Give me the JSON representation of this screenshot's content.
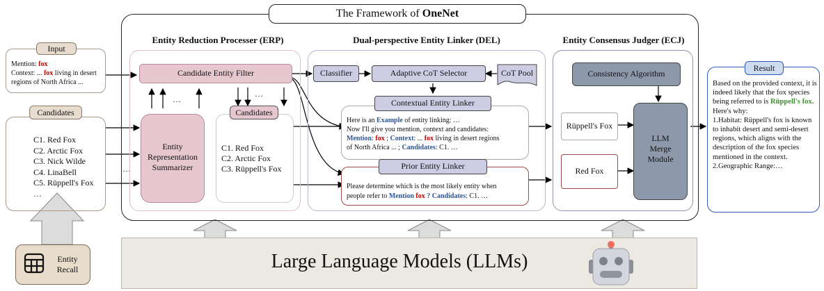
{
  "framework": {
    "title_prefix": "The Framework of ",
    "title_bold": "OneNet"
  },
  "input": {
    "header": "Input",
    "mention_label": "Mention: ",
    "mention_value": "fox",
    "context_label": "Context: ... ",
    "context_value": "fox",
    "context_rest": " living in desert regions of North Africa ..."
  },
  "candidates_panel": {
    "header": "Candidates",
    "items": [
      "C1. Red Fox",
      "C2. Arctic Fox",
      "C3. Nick Wilde",
      "C4. LinaBell",
      "C5. Rüppell's Fox",
      "…"
    ],
    "side_dots": "…"
  },
  "entity_recall": {
    "line1": "Entity",
    "line2": "Recall"
  },
  "erp": {
    "title": "Entity Reduction Processer (ERP)",
    "filter": "Candidate Entity Filter",
    "summarizer_line1": "Entity",
    "summarizer_line2": "Representation",
    "summarizer_line3": "Summarizer",
    "candidates_header": "Candidates",
    "candidates": [
      "C1. Red Fox",
      "C2. Arctic Fox",
      "C3. Rüppell's Fox"
    ],
    "dots": "…"
  },
  "del": {
    "title": "Dual-perspective Entity Linker (DEL)",
    "classifier": "Classifier",
    "cot_selector": "Adaptive CoT Selector",
    "cot_pool": "CoT Pool",
    "contextual_linker": "Contextual Entity Linker",
    "contextual_text": {
      "l1_pre": "Here is an ",
      "l1_ex": "Example",
      "l1_post": " of entity linking: …",
      "l2": "Now I'll give you mention, context and candidates:",
      "l3_mention": "Mention",
      "l3_colon": ": ",
      "l3_fox": "fox",
      "l3_sep": " ;  ",
      "l3_context": "Context",
      "l3_ctx": ": ... ",
      "l3_fox2": "fox",
      "l3_rest": " living in desert regions",
      "l4_pre": "of North Africa ... ; ",
      "l4_cand": "Candidates",
      "l4_post": ": C1. …"
    },
    "prior_linker": "Prior Entity Linker",
    "prior_text": {
      "l1": "Please determine which is the most likely entity when",
      "l2_pre": "people refer to ",
      "l2_mention": "Mention",
      "l2_fox": "fox",
      "l2_q": " ? ",
      "l2_cand": "Candidates",
      "l2_post": ": C1. …"
    }
  },
  "ecj": {
    "title": "Entity Consensus Judger (ECJ)",
    "consistency": "Consistency Algorithm",
    "rueppell": "Rüppell's Fox",
    "red_fox": "Red Fox",
    "llm_line1": "LLM",
    "llm_line2": "Merge",
    "llm_line3": "Module"
  },
  "result": {
    "header": "Result",
    "p1": "Based on the provided context, it is indeed likely that the fox species being referred to is ",
    "p1_bold": "Rüppell's fox.",
    "p2": "Here's why:",
    "p3": "1.Habitat: Rüppell's fox is known to inhabit desert and semi-desert regions, which aligns with the description of the fox species mentioned in the context.",
    "p4": "2.Geographic Range:…"
  },
  "llm_banner": {
    "text": "Large Language Models (LLMs)"
  },
  "colors": {
    "erp_border": "#e2bcc6",
    "del_border": "#b7b6cf",
    "ecj_border": "#8d93a8",
    "pink_fill": "#e6c7cf",
    "lavender_fill": "#cccde3",
    "slate_fill": "#8e98ab",
    "input_border": "#a8998a",
    "result_border": "#2f58b8",
    "banner_fill": "#ece8e2"
  }
}
